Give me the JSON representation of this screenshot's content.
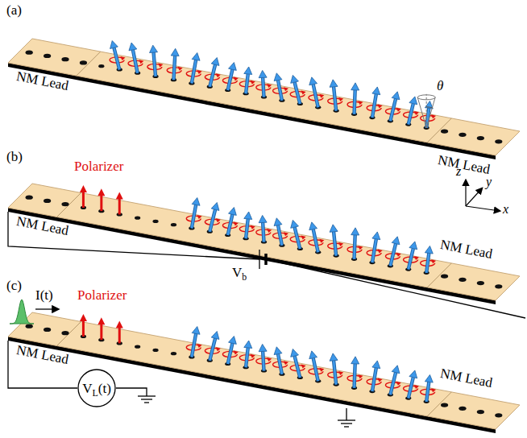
{
  "diagram": {
    "nodes": [
      {
        "text": [
          "VL(t)"
        ]
      }
    ],
    "labels": [
      "(a)",
      "NM Lead",
      "θ",
      "NM Lead",
      "(b)",
      "Polarizer",
      "z",
      "y",
      "x",
      "NM Lead",
      "Vb",
      "NM Lead",
      "(c)",
      "I(t)",
      "Polarizer",
      "NM Lead",
      "NM Lead"
    ]
  }
}
